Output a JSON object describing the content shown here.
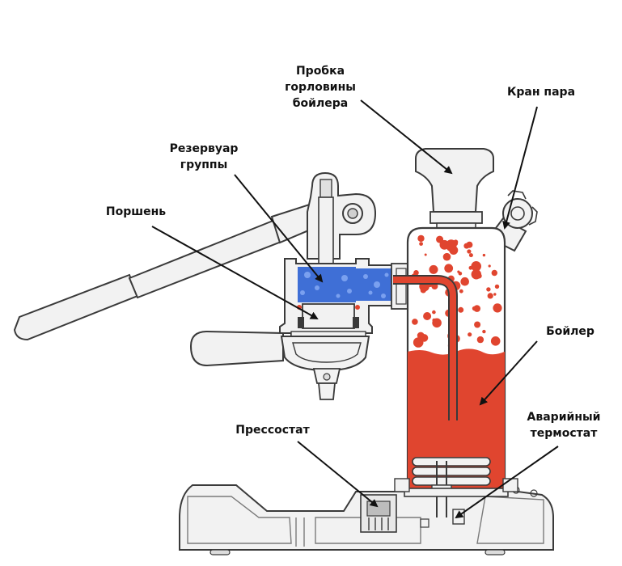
{
  "labels": {
    "boiler_cap": [
      "Пробка",
      "горловины",
      "бойлера"
    ],
    "steam_valve": [
      "Кран пара"
    ],
    "group_reservoir": [
      "Резервуар",
      "группы"
    ],
    "piston": [
      "Поршень"
    ],
    "boiler": [
      "Бойлер"
    ],
    "emergency_thermostat": [
      "Аварийный",
      "термостат"
    ],
    "pressostat": [
      "Прессостат"
    ]
  },
  "colors": {
    "outline": "#3a3a3a",
    "body": "#f2f2f2",
    "water": "#e0452f",
    "steam_bubble": "#e0452f",
    "reservoir_water": "#3f6fd6",
    "arrow": "#111111"
  }
}
